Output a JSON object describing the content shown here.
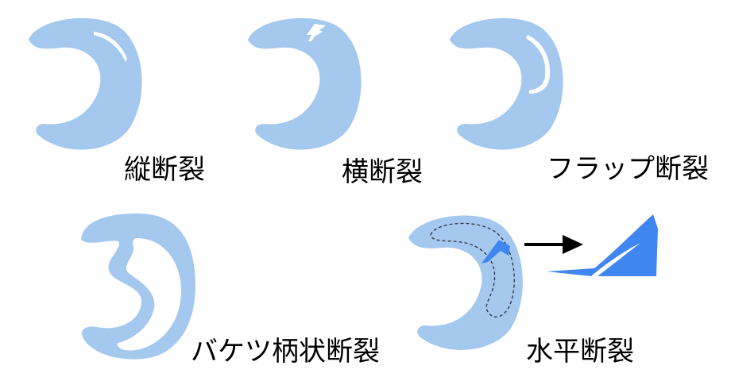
{
  "panels": [
    {
      "label": "縦断裂"
    },
    {
      "label": "横断裂"
    },
    {
      "label": "フラップ断裂"
    },
    {
      "label": "バケツ柄状断裂"
    },
    {
      "label": "水平断裂"
    }
  ],
  "colors": {
    "meniscus": "#a5c8ef",
    "tear_highlight": "#3f86f0",
    "arrow": "#000000",
    "background": "#ffffff"
  }
}
